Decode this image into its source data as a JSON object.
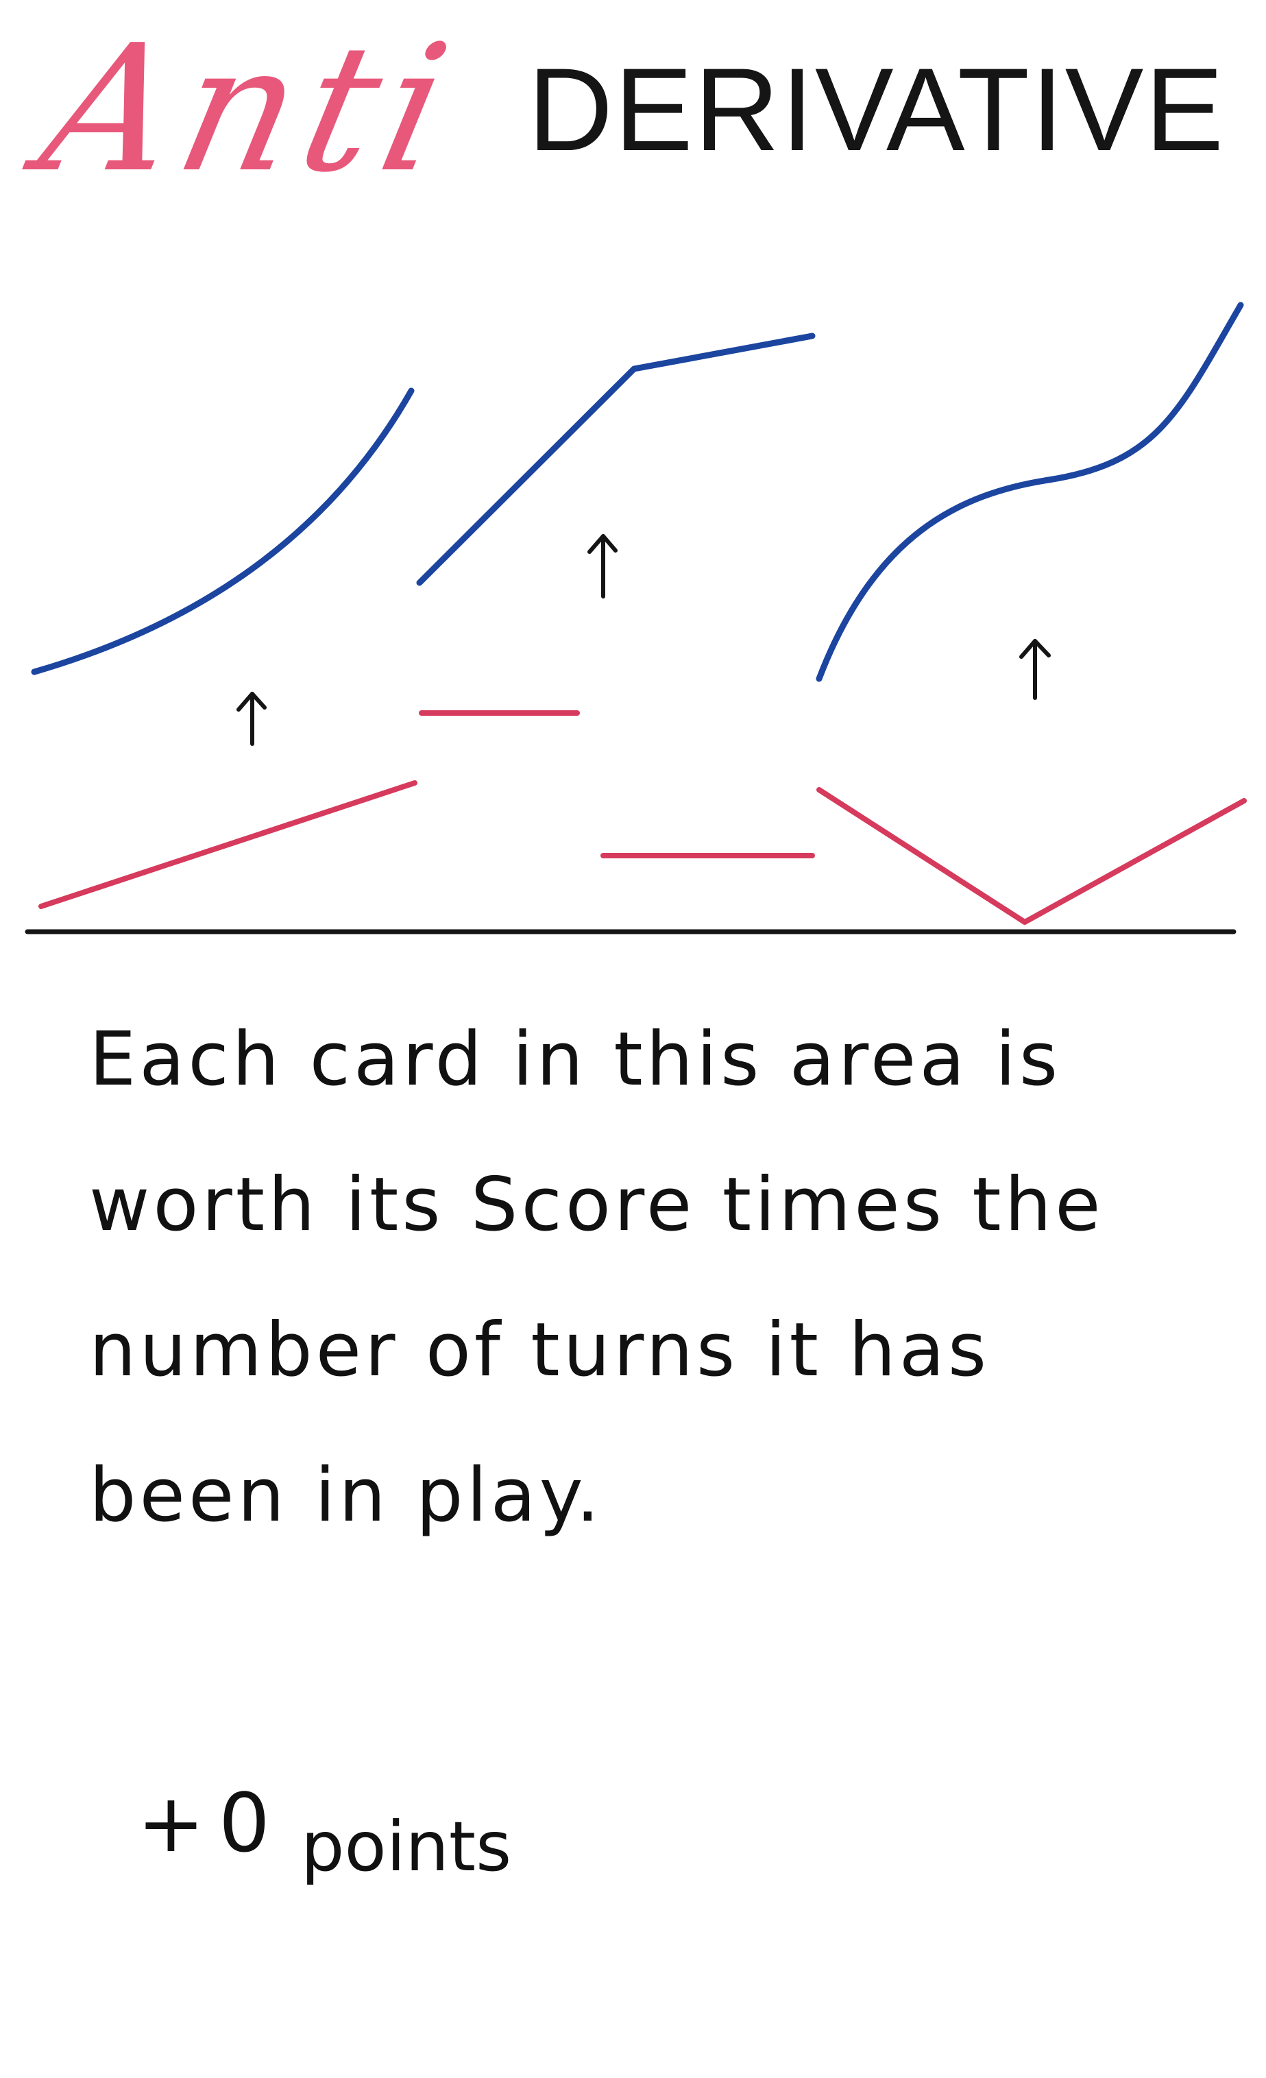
{
  "card": {
    "title_prefix": "Anti",
    "title_main": "DERIVATIVE",
    "rules_text": "Each card in this area is worth its Score times the number of turns it has been in play.",
    "points_value": "+0",
    "points_label": "points"
  },
  "colors": {
    "prefix": "#e8587a",
    "antiderivative_curve": "#1c45a0",
    "function_line": "#d63a5c",
    "ink": "#151515"
  },
  "icons": [
    "up-arrow-icon",
    "up-arrow-icon",
    "up-arrow-icon"
  ]
}
